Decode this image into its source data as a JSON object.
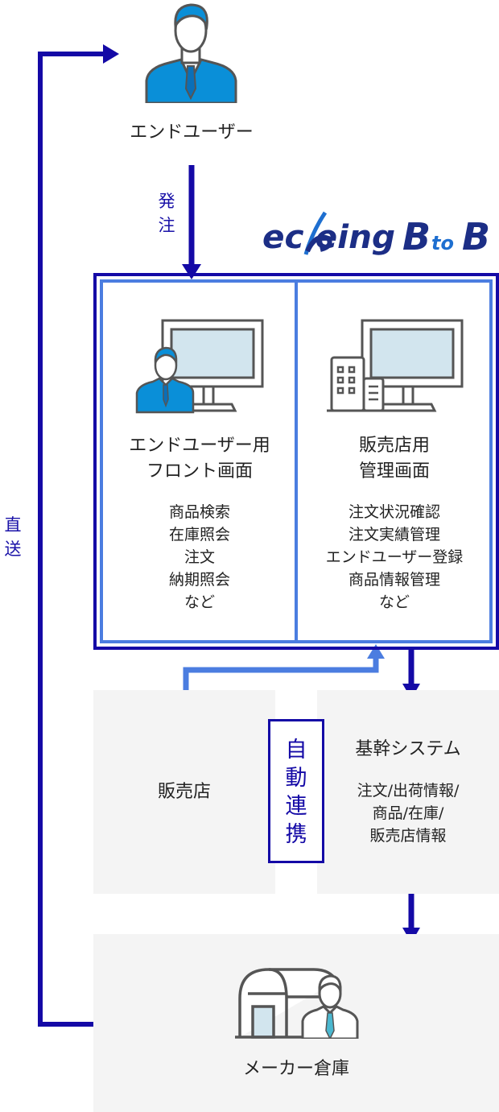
{
  "colors": {
    "dark_blue": "#1409a6",
    "light_blue": "#4b7de0",
    "icon_blue": "#0a8fd8",
    "box_grey": "#f4f4f4"
  },
  "end_user": {
    "label": "エンドユーザー"
  },
  "order_label": [
    "発",
    "注"
  ],
  "direct_ship_label": [
    "直",
    "送"
  ],
  "logo": {
    "text": "ecbeingBtoB"
  },
  "system": {
    "front": {
      "title": [
        "エンドユーザー用",
        "フロント画面"
      ],
      "features": [
        "商品検索",
        "在庫照会",
        "注文",
        "納期照会",
        "など"
      ]
    },
    "admin": {
      "title": [
        "販売店用",
        "管理画面"
      ],
      "features": [
        "注文状況確認",
        "注文実績管理",
        "エンドユーザー登録",
        "商品情報管理",
        "など"
      ]
    }
  },
  "dealer": {
    "label": "販売店"
  },
  "auto_link": [
    "自",
    "動",
    "連",
    "携"
  ],
  "core_system": {
    "title": "基幹システム",
    "details": [
      "注文/出荷情報/",
      "商品/在庫/",
      "販売店情報"
    ]
  },
  "warehouse": {
    "label": "メーカー倉庫"
  }
}
